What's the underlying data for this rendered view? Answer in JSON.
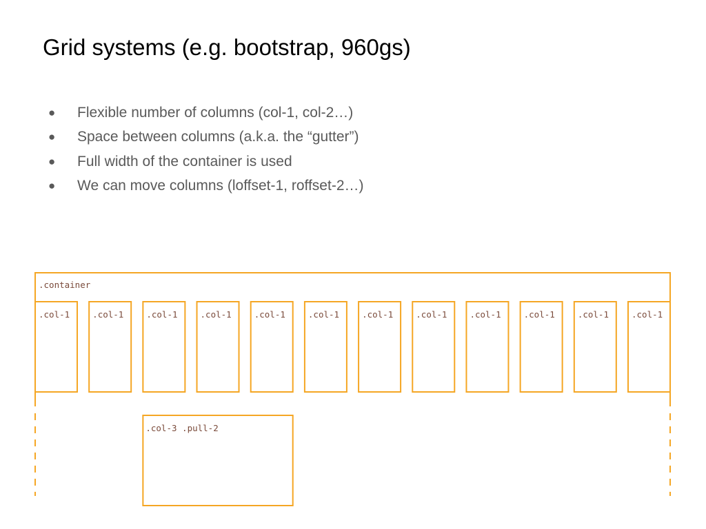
{
  "slide": {
    "title": "Grid systems (e.g. bootstrap, 960gs)",
    "bullets": [
      "Flexible number of columns (col-1, col-2…)",
      "Space between columns (a.k.a. the “gutter”)",
      "Full width of the container is used",
      "We can move columns (loffset-1, roffset-2…)"
    ],
    "bullet_glyph": "●"
  },
  "diagram": {
    "stroke_color": "#f5a623",
    "label_color": "#7a4a3a",
    "container_label": ".container",
    "columns": [
      ".col-1",
      ".col-1",
      ".col-1",
      ".col-1",
      ".col-1",
      ".col-1",
      ".col-1",
      ".col-1",
      ".col-1",
      ".col-1",
      ".col-1",
      ".col-1"
    ],
    "block_label": ".col-3 .pull-2"
  }
}
